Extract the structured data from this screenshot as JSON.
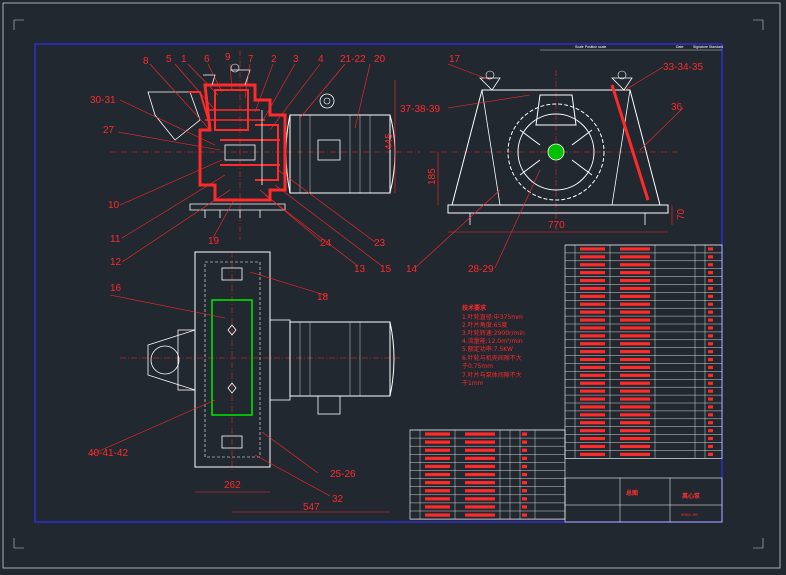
{
  "drawing": {
    "header_left": "Scale  Position  scale",
    "header_mid": "Date",
    "header_right": "Signature  Standard"
  },
  "callouts": {
    "c8": "8",
    "c5": "5",
    "c1": "1",
    "c6": "6",
    "c9": "9",
    "c7": "7",
    "c2": "2",
    "c3": "3",
    "c4": "4",
    "c21_22": "21-22",
    "c20": "20",
    "c30_31": "30-31",
    "c27": "27",
    "c10": "10",
    "c11": "11",
    "c12": "12",
    "c19": "19",
    "c24": "24",
    "c13": "13",
    "c15": "15",
    "c23": "23",
    "c17": "17",
    "c33_34_35": "33-34-35",
    "c37_38_39": "37-38-39",
    "c36": "36",
    "c14": "14",
    "c28_29": "28-29",
    "c16": "16",
    "c18": "18",
    "c40_41_42": "40-41-42",
    "c25_26": "25-26",
    "c32": "32"
  },
  "dimensions": {
    "d445": "445",
    "d185": "185",
    "d770": "770",
    "d70": "70",
    "d262": "262",
    "d547": "547"
  },
  "notes": {
    "title": "技术要求",
    "lines": [
      "1.叶轮直径:中375mm",
      "2.叶片角度:65度",
      "3.叶轮转速:2900r/min",
      "4.流量能:12.0m³/min",
      "5.额定功率:7.5KW",
      "6.叶轮与机壳间隙不大",
      "  于0.75mm",
      "7.叶片与泵体间隙不大",
      "  于1mm"
    ]
  },
  "title_block": {
    "name": "总图",
    "subtitle": "离心泵",
    "code": "0008-00"
  },
  "colors": {
    "background": "#212830",
    "linework": "#ffffff",
    "annotation": "#ff2a2a",
    "frame": "#2a2aff",
    "highlight": "#00e000"
  }
}
